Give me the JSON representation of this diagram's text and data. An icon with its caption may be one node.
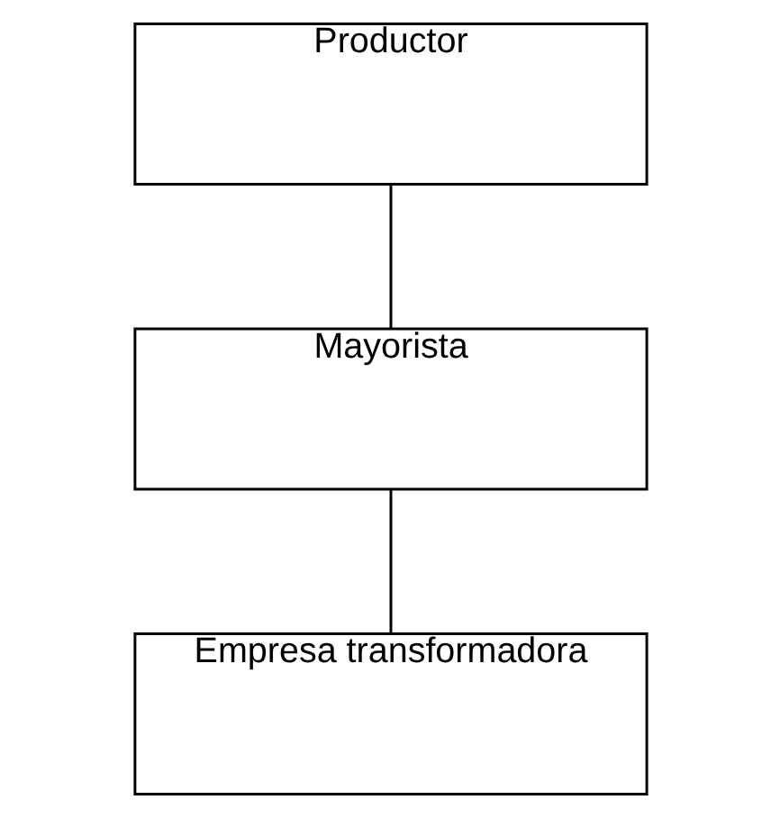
{
  "diagram": {
    "nodes": [
      {
        "text": [
          "Productor"
        ]
      },
      {
        "text": [
          "Mayorista"
        ]
      },
      {
        "text": [
          "Empresa transformadora"
        ]
      }
    ],
    "edges": [
      {
        "from": 0,
        "to": 1,
        "arrow": "none"
      },
      {
        "from": 1,
        "to": 2,
        "arrow": "none"
      }
    ]
  }
}
